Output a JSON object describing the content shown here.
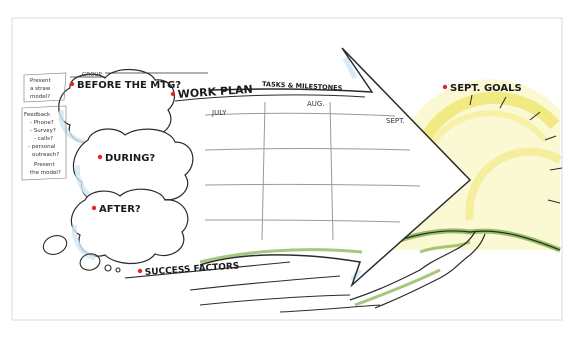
{
  "sections": {
    "before": "BEFORE THE MTG?",
    "during": "DURING?",
    "after": "AFTER?",
    "success": "SUCCESS FACTORS"
  },
  "plan": {
    "title": "WORK PLAN",
    "subtitle": "TASKS & MILESTONES",
    "months": [
      "JULY",
      "AUG.",
      "SEPT."
    ]
  },
  "goals": {
    "title": "SEPT. GOALS"
  },
  "margin_notes": {
    "group": "GROUP",
    "lines": [
      "Present",
      "a straw",
      "model?",
      "Feedback",
      "- Phone?",
      "- Survey?",
      "- calls?",
      "- personal",
      "outreach?",
      "Present",
      "the model?"
    ]
  },
  "colors": {
    "bullet": "#e0262b",
    "glow": "#f3ec8a",
    "cloud_tint": "#cfe6f3",
    "hill_green": "#7fb04a",
    "outline": "#2b2b2b"
  }
}
